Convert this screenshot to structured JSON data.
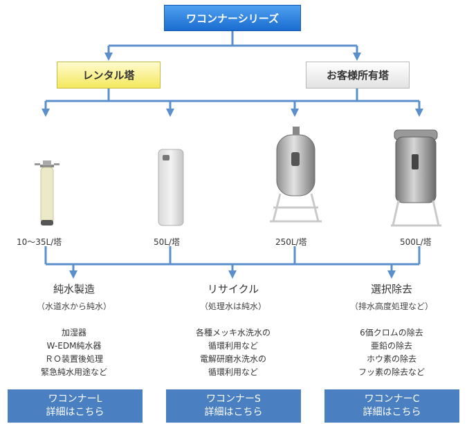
{
  "top": {
    "label": "ワコンナーシリーズ"
  },
  "categories": {
    "rental": "レンタル塔",
    "owned": "お客様所有塔"
  },
  "sizes": [
    "10～35L/塔",
    "50L/塔",
    "250L/塔",
    "500L/塔"
  ],
  "series": [
    {
      "title": "純水製造",
      "subtitle": "（水道水から純水）",
      "uses": [
        "加湿器",
        "W-EDM純水器",
        "ＲＯ装置後処理",
        "緊急純水用途など"
      ],
      "button": [
        "ワコンナーL",
        "詳細はこちら"
      ]
    },
    {
      "title": "リサイクル",
      "subtitle": "（処理水は純水）",
      "uses": [
        "各種メッキ水洗水の",
        "循環利用など",
        "電解研磨水洗水の",
        "循環利用など"
      ],
      "button": [
        "ワコンナーS",
        "詳細はこちら"
      ]
    },
    {
      "title": "選択除去",
      "subtitle": "（排水高度処理など）",
      "uses": [
        "6価クロムの除去",
        "亜鉛の除去",
        "ホウ素の除去",
        "フッ素の除去など"
      ],
      "button": [
        "ワコンナーC",
        "詳細はこちら"
      ]
    }
  ],
  "colors": {
    "line": "#5b8fcc",
    "top_box": "#1a6cd0",
    "rental_box": "#f3e85c",
    "owned_box": "#e2e2e2",
    "button": "#4a7fc1"
  }
}
